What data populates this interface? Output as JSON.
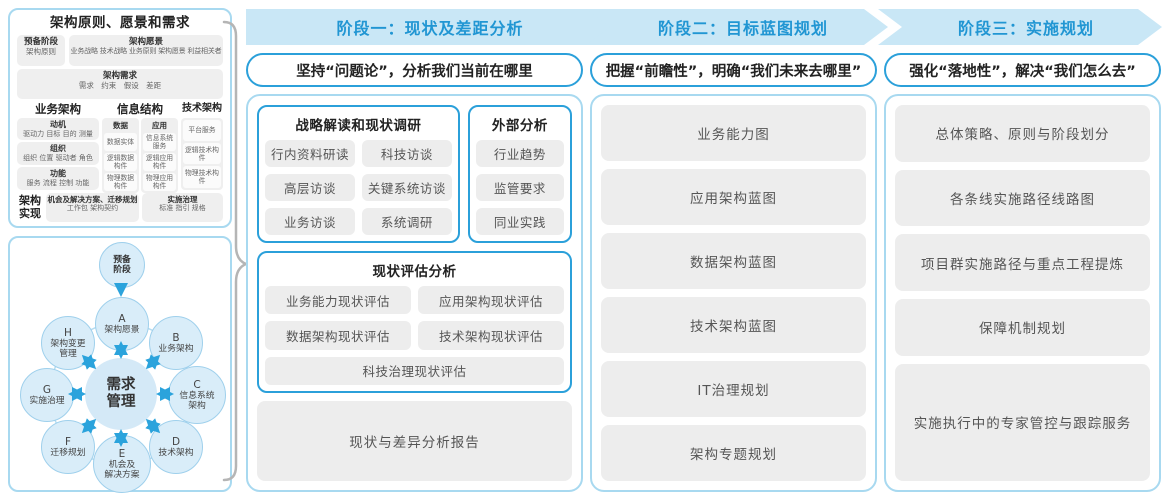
{
  "colors": {
    "accent_blue": "#2196d3",
    "band_bg": "#c9e7f6",
    "blue_border": "#2ba0da",
    "light_border": "#a8d9f0",
    "chip_bg": "#ededed",
    "node_fill": "#d9edf9"
  },
  "left_top": {
    "title": "架构原则、愿景和需求",
    "prep_title": "预备阶段",
    "prep_sub": "架构原则",
    "vision_title": "架构愿景",
    "vision_sub": "业务战略 技术战略 业务原则 架构愿景 利益相关者",
    "req_title": "架构需求",
    "req_sub": "需求 约束 假设 差距",
    "biz": {
      "title": "业务架构",
      "items": [
        {
          "t": "动机",
          "s": "驱动力 目标 目的 测量"
        },
        {
          "t": "组织",
          "s": "组织 位置 驱动者 角色"
        },
        {
          "t": "功能",
          "s": "服务 流程 控制 功能"
        }
      ]
    },
    "info": {
      "title": "信息结构",
      "data": {
        "t": "数据",
        "items": [
          "数据实体",
          "逻辑数据构件",
          "物理数据构件"
        ]
      },
      "app": {
        "t": "应用",
        "items": [
          "信息系统服务",
          "逻辑应用构件",
          "物理应用构件"
        ]
      }
    },
    "tech": {
      "title": "技术架构",
      "items": [
        "平台服务",
        "逻辑技术构件",
        "物理技术构件"
      ]
    },
    "impl": {
      "label_line1": "架构",
      "label_line2": "实现",
      "opp_title": "机会及解决方案、迁移规划",
      "opp_sub": "工作包 架构契约",
      "gov_title": "实施治理",
      "gov_sub": "标准 指引 规格"
    }
  },
  "adm": {
    "prep": {
      "l1": "预备",
      "l2": "阶段"
    },
    "center": {
      "l1": "需求",
      "l2": "管理"
    },
    "nodes": [
      {
        "letter": "A",
        "l1": "架构愿景",
        "l2": ""
      },
      {
        "letter": "B",
        "l1": "业务架构",
        "l2": ""
      },
      {
        "letter": "C",
        "l1": "信息系统",
        "l2": "架构"
      },
      {
        "letter": "D",
        "l1": "技术架构",
        "l2": ""
      },
      {
        "letter": "E",
        "l1": "机会及",
        "l2": "解决方案"
      },
      {
        "letter": "F",
        "l1": "迁移规划",
        "l2": ""
      },
      {
        "letter": "G",
        "l1": "实施治理",
        "l2": ""
      },
      {
        "letter": "H",
        "l1": "架构变更",
        "l2": "管理"
      }
    ]
  },
  "phases": [
    {
      "header": "阶段一：现状及差距分析",
      "banner": "坚持“问题论”，分析我们当前在哪里"
    },
    {
      "header": "阶段二：目标蓝图规划",
      "banner": "把握“前瞻性”，明确“我们未来去哪里”",
      "boxes": [
        "业务能力图",
        "应用架构蓝图",
        "数据架构蓝图",
        "技术架构蓝图",
        "IT治理规划",
        "架构专题规划"
      ]
    },
    {
      "header": "阶段三：实施规划",
      "banner": "强化“落地性”，解决“我们怎么去”",
      "boxes": [
        "总体策略、原则与阶段划分",
        "各条线实施路径线路图",
        "项目群实施路径与重点工程提炼",
        "保障机制规划",
        "实施执行中的专家管控与跟踪服务"
      ]
    }
  ],
  "phase1": {
    "research": {
      "title": "战略解读和现状调研",
      "chips": [
        "行内资料研读",
        "科技访谈",
        "高层访谈",
        "关键系统访谈",
        "业务访谈",
        "系统调研"
      ]
    },
    "external": {
      "title": "外部分析",
      "chips": [
        "行业趋势",
        "监管要求",
        "同业实践"
      ]
    },
    "assessment": {
      "title": "现状评估分析",
      "chips": [
        "业务能力现状评估",
        "应用架构现状评估",
        "数据架构现状评估",
        "技术架构现状评估",
        "科技治理现状评估"
      ]
    },
    "report": "现状与差异分析报告"
  }
}
